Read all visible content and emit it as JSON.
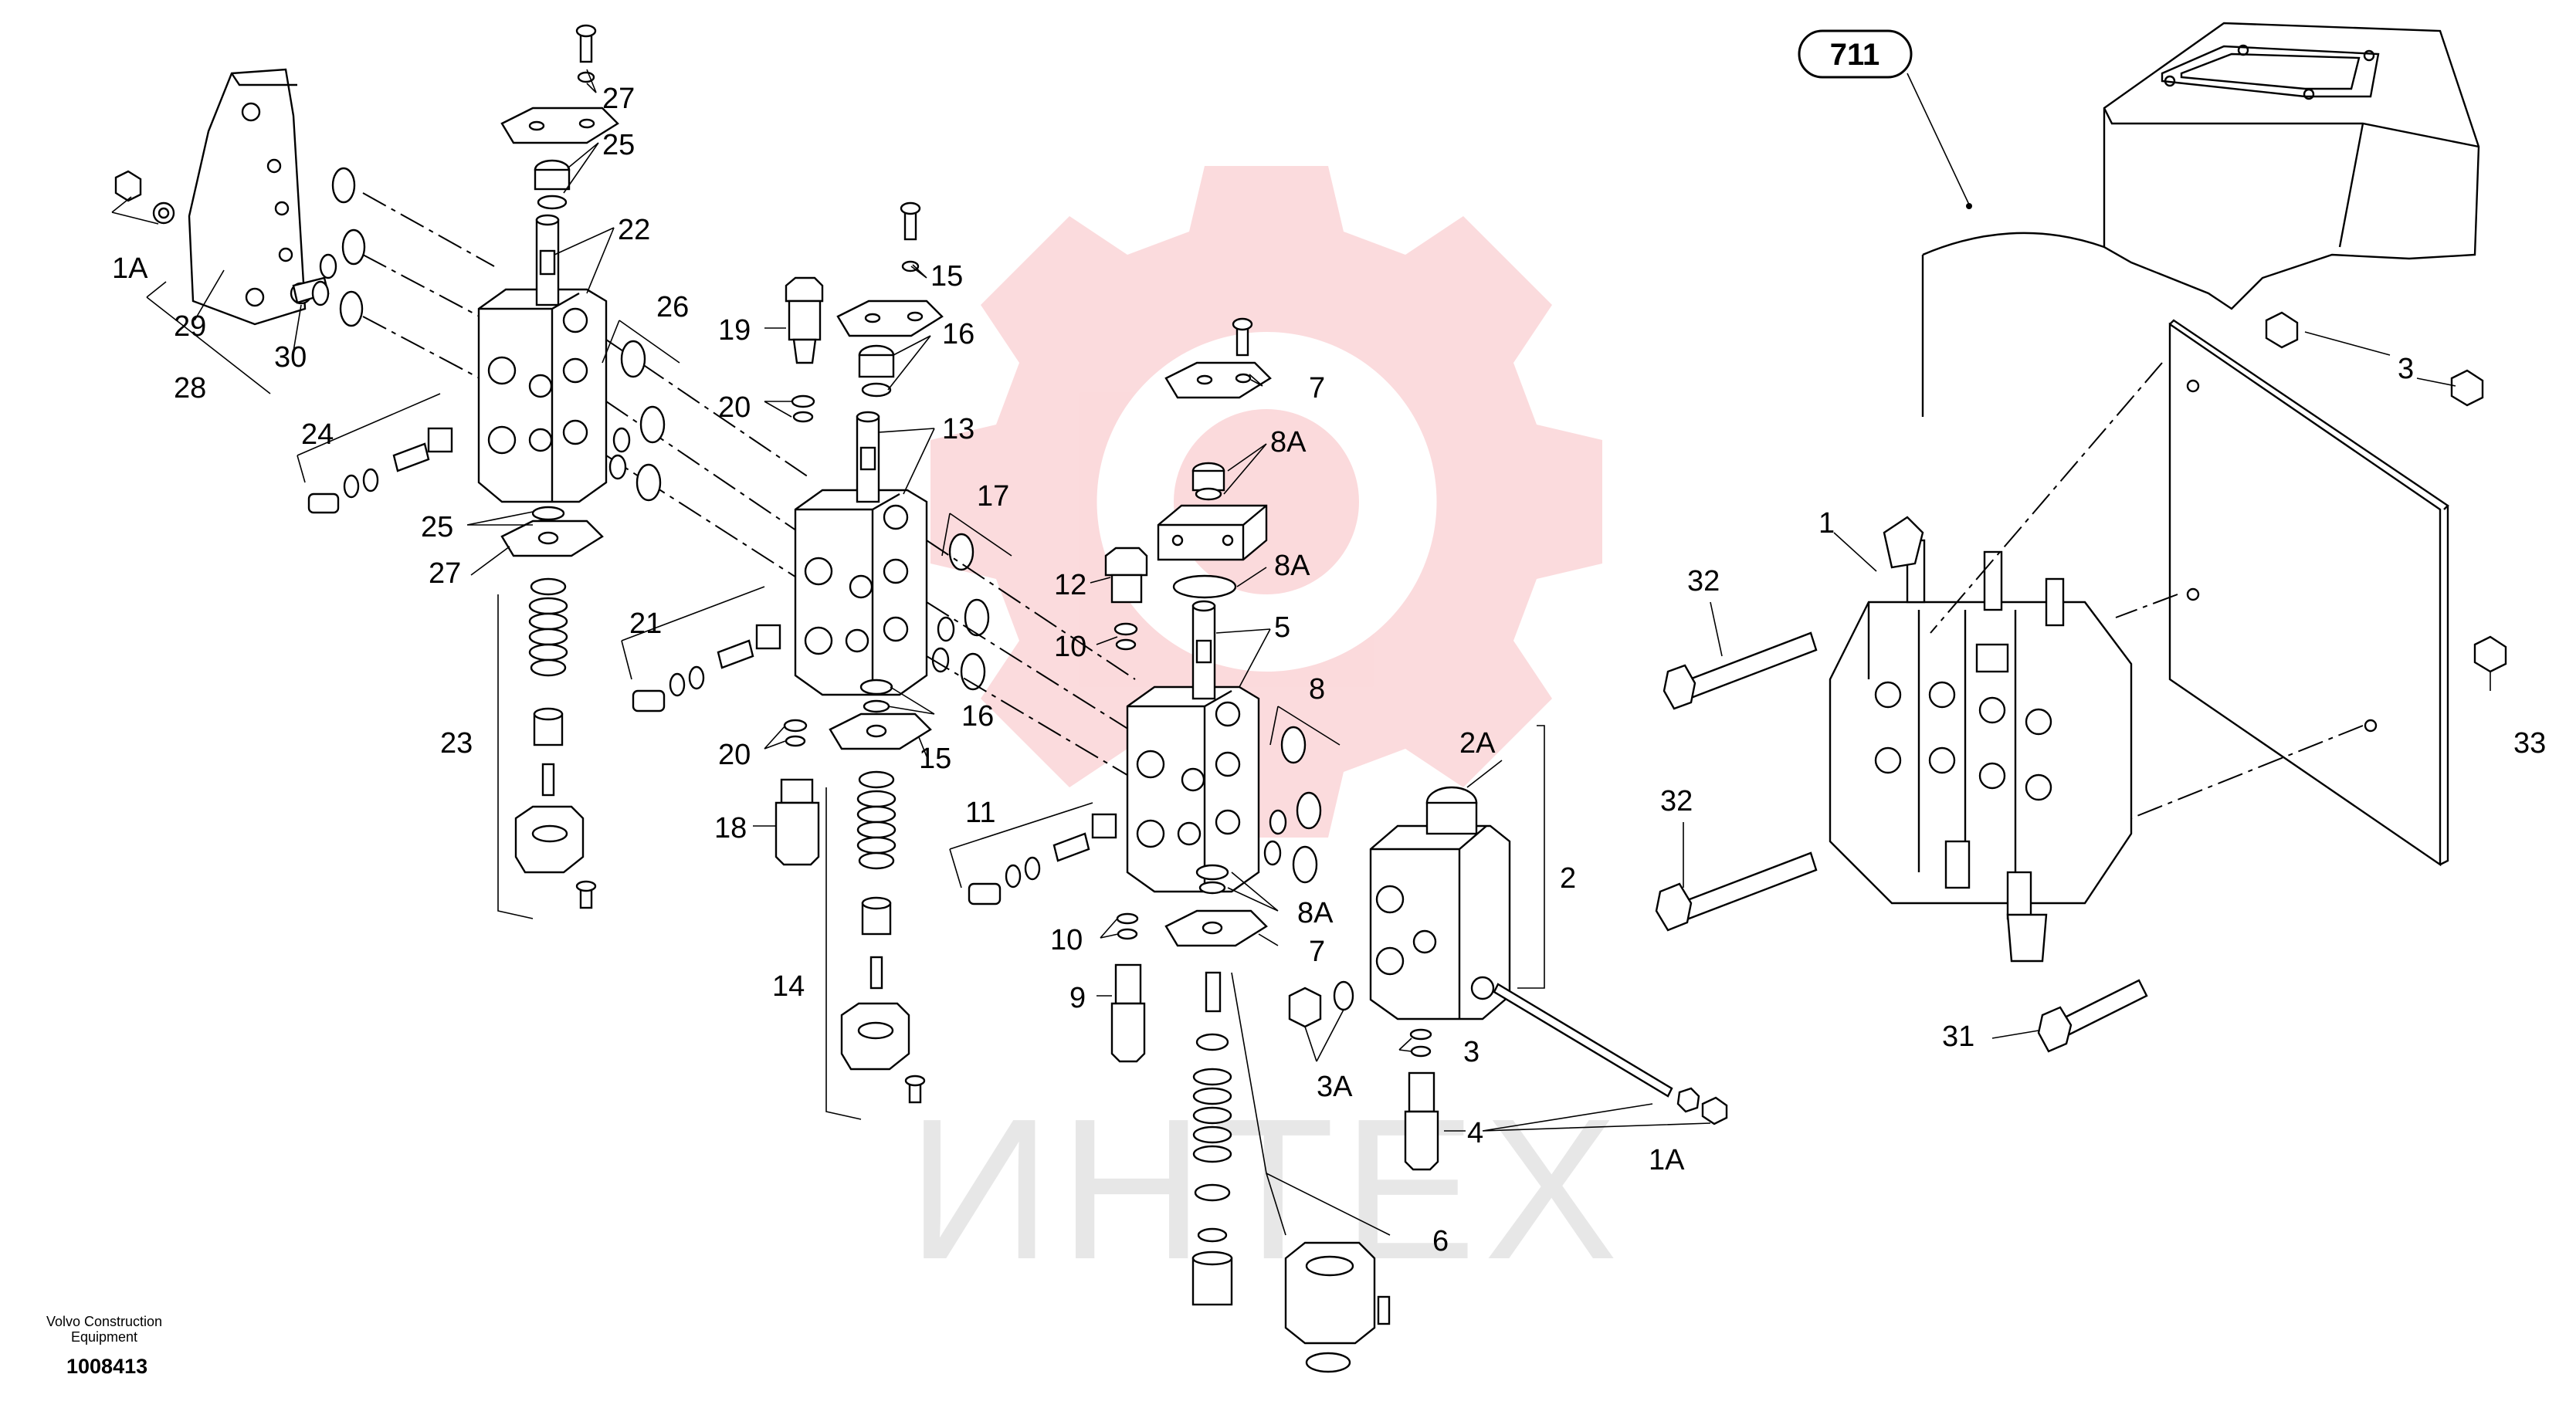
{
  "callout_number": "711",
  "labels": [
    {
      "id": "27a",
      "text": "27"
    },
    {
      "id": "25a",
      "text": "25"
    },
    {
      "id": "22",
      "text": "22"
    },
    {
      "id": "1Aa",
      "text": "1A"
    },
    {
      "id": "29",
      "text": "29"
    },
    {
      "id": "28",
      "text": "28"
    },
    {
      "id": "30",
      "text": "30"
    },
    {
      "id": "26",
      "text": "26"
    },
    {
      "id": "24",
      "text": "24"
    },
    {
      "id": "25b",
      "text": "25"
    },
    {
      "id": "27b",
      "text": "27"
    },
    {
      "id": "23",
      "text": "23"
    },
    {
      "id": "19",
      "text": "19"
    },
    {
      "id": "20a",
      "text": "20"
    },
    {
      "id": "15a",
      "text": "15"
    },
    {
      "id": "16a",
      "text": "16"
    },
    {
      "id": "13",
      "text": "13"
    },
    {
      "id": "17",
      "text": "17"
    },
    {
      "id": "21",
      "text": "21"
    },
    {
      "id": "12",
      "text": "12"
    },
    {
      "id": "10a",
      "text": "10"
    },
    {
      "id": "16b",
      "text": "16"
    },
    {
      "id": "20b",
      "text": "20"
    },
    {
      "id": "15b",
      "text": "15"
    },
    {
      "id": "18",
      "text": "18"
    },
    {
      "id": "11",
      "text": "11"
    },
    {
      "id": "14",
      "text": "14"
    },
    {
      "id": "7a",
      "text": "7"
    },
    {
      "id": "8Aa",
      "text": "8A"
    },
    {
      "id": "8Ab",
      "text": "8A"
    },
    {
      "id": "5",
      "text": "5"
    },
    {
      "id": "8",
      "text": "8"
    },
    {
      "id": "2A",
      "text": "2A"
    },
    {
      "id": "2",
      "text": "2"
    },
    {
      "id": "8Ac",
      "text": "8A"
    },
    {
      "id": "7b",
      "text": "7"
    },
    {
      "id": "10b",
      "text": "10"
    },
    {
      "id": "9",
      "text": "9"
    },
    {
      "id": "3A",
      "text": "3A"
    },
    {
      "id": "3a",
      "text": "3"
    },
    {
      "id": "4",
      "text": "4"
    },
    {
      "id": "1Ab",
      "text": "1A"
    },
    {
      "id": "6",
      "text": "6"
    },
    {
      "id": "1",
      "text": "1"
    },
    {
      "id": "3b",
      "text": "3"
    },
    {
      "id": "32a",
      "text": "32"
    },
    {
      "id": "32b",
      "text": "32"
    },
    {
      "id": "33",
      "text": "33"
    },
    {
      "id": "31",
      "text": "31"
    }
  ],
  "watermark": "ИНТЕХ",
  "footer": {
    "brand_line1": "Volvo Construction",
    "brand_line2": "Equipment",
    "document_number": "1008413"
  }
}
